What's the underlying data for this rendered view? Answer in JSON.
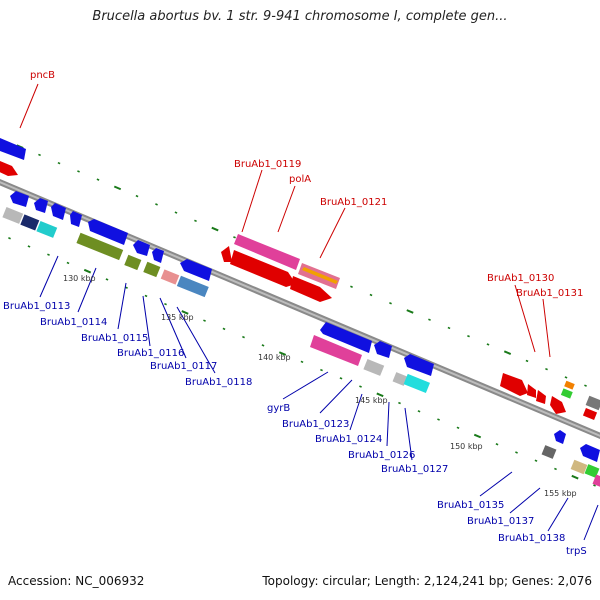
{
  "title": "Brucella abortus bv. 1 str. 9-941 chromosome I, complete gen...",
  "footer": {
    "accession": "Accession: NC_006932",
    "summary": "Topology: circular; Length: 2,124,241 bp; Genes: 2,076"
  },
  "colors": {
    "backbone": "#8a8a8a",
    "tick": "#1a7a1a",
    "forward_label": "#cc0000",
    "reverse_label": "#0000aa",
    "scale_label": "#333333"
  },
  "scale_labels": [
    "130 kbp",
    "135 kbp",
    "140 kbp",
    "145 kbp",
    "150 kbp",
    "155 kbp"
  ],
  "forward_gene_labels": [
    "pncB",
    "BruAb1_0119",
    "polA",
    "BruAb1_0121",
    "BruAb1_0130",
    "BruAb1_0131"
  ],
  "reverse_gene_labels": [
    "BruAb1_0113",
    "BruAb1_0114",
    "BruAb1_0115",
    "BruAb1_0116",
    "BruAb1_0117",
    "BruAb1_0118",
    "gyrB",
    "BruAb1_0123",
    "BruAb1_0124",
    "BruAb1_0126",
    "BruAb1_0127",
    "BruAb1_0135",
    "BruAb1_0137",
    "BruAb1_0138",
    "trpS"
  ]
}
